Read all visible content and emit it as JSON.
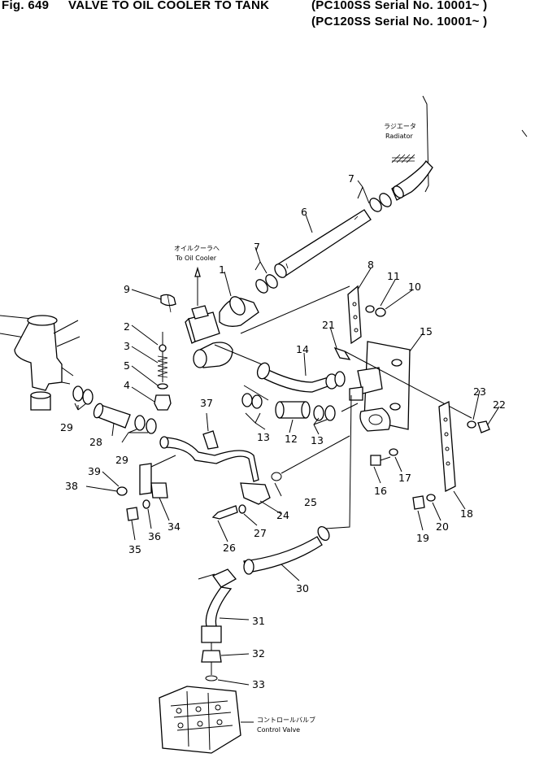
{
  "header": {
    "fig": "Fig. 649",
    "title": "VALVE TO OIL COOLER TO TANK",
    "serial1": "(PC100SS Serial No. 10001~ )",
    "serial2": "(PC120SS Serial No. 10001~ )"
  },
  "notes": {
    "radiator_jp": "ラジエータ",
    "radiator_en": "Radiator",
    "oilcooler_jp": "オイルクーラへ",
    "oilcooler_en": "To Oil Cooler",
    "controlvalve_jp": "コントロールバルブ",
    "controlvalve_en": "Control Valve"
  },
  "callouts": [
    "1",
    "2",
    "3",
    "4",
    "5",
    "6",
    "7",
    "7",
    "8",
    "9",
    "10",
    "11",
    "12",
    "13",
    "13",
    "14",
    "15",
    "16",
    "17",
    "18",
    "19",
    "20",
    "21",
    "22",
    "23",
    "24",
    "25",
    "26",
    "27",
    "28",
    "29",
    "29",
    "30",
    "31",
    "32",
    "33",
    "34",
    "35",
    "36",
    "37",
    "38",
    "39"
  ]
}
